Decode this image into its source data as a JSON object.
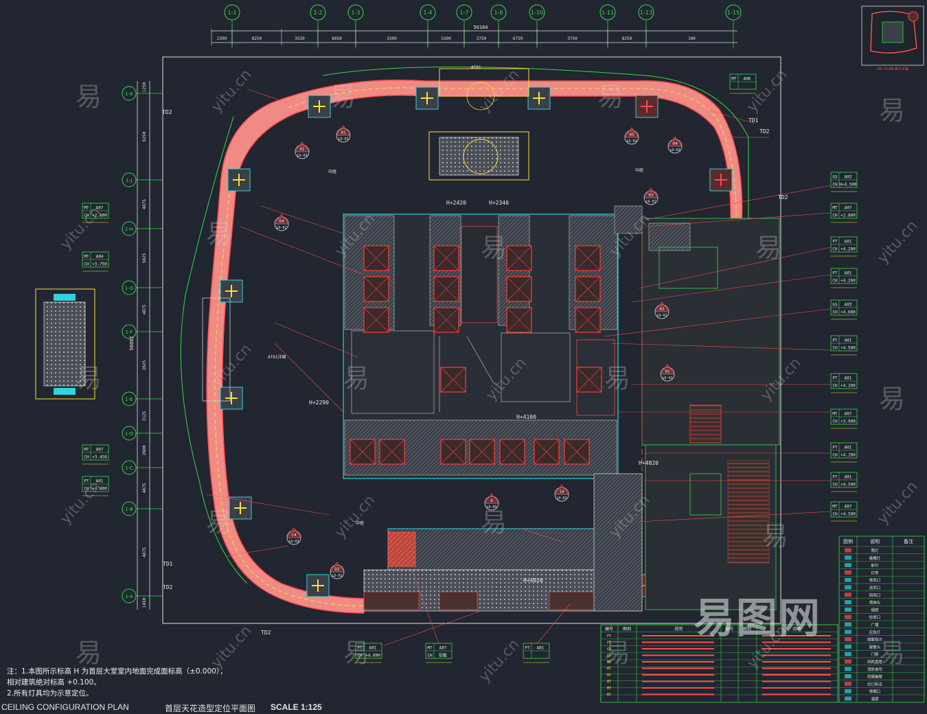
{
  "title_block": {
    "code": "CEILING  CONFIGURATION  PLAN",
    "title_cn": "首层天花造型定位平面图",
    "scale": "SCALE  1:125"
  },
  "notes": [
    "注：1.本图所示标高 H 为首层大堂室内地面完成面标高（±0.000），",
    "  相对建筑绝对标高 +0.100。",
    "  2.所有灯具均为示意定位。"
  ],
  "top_axes": [
    "1-1",
    "1-2",
    "1-3",
    "1-4",
    "1-7",
    "1-8",
    "1-10",
    "1-11",
    "1-13",
    "1-15"
  ],
  "left_axes": [
    "1-K",
    "1-J",
    "1-H",
    "1-G",
    "1-F",
    "1-E",
    "1-D",
    "1-C",
    "1-B",
    "1-A"
  ],
  "top_dimensions": [
    "2300",
    "8250",
    "3550",
    "6050",
    "3300",
    "3300",
    "3750",
    "6750",
    "3750",
    "8250",
    "100"
  ],
  "total_dimension": "50184",
  "left_dimensions": [
    "1250",
    "6250",
    "4875",
    "5625",
    "4875",
    "2625",
    "3125",
    "2600",
    "4875",
    "4875",
    "1450"
  ],
  "left_total_dimension": "50882",
  "heights": [
    "H+2420",
    "H+2340",
    "H+2290",
    "H+4100",
    "H+4820",
    "H+4820"
  ],
  "callout_tags": [
    {
      "top": "MT",
      "top_val": "A06",
      "bot": "",
      "bot_val": ""
    },
    {
      "top": "GS",
      "top_val": "A02",
      "bot": "CH",
      "bot_val": "H+4.500"
    },
    {
      "top": "MT",
      "top_val": "A07",
      "bot": "CH",
      "bot_val": "+2.800"
    },
    {
      "top": "PT",
      "top_val": "A01",
      "bot": "CH",
      "bot_val": "+4.200"
    },
    {
      "top": "PT",
      "top_val": "A01",
      "bot": "CH",
      "bot_val": "+4.200"
    },
    {
      "top": "GS",
      "top_val": "A03",
      "bot": "CH",
      "bot_val": "+4.600"
    },
    {
      "top": "PT",
      "top_val": "A01",
      "bot": "CH",
      "bot_val": "+4.500"
    },
    {
      "top": "PT",
      "top_val": "A01",
      "bot": "CH",
      "bot_val": "+4.200"
    },
    {
      "top": "MT",
      "top_val": "A07",
      "bot": "CH",
      "bot_val": "+3.900"
    },
    {
      "top": "PT",
      "top_val": "A01",
      "bot": "CH",
      "bot_val": "+4.200"
    },
    {
      "top": "PT",
      "top_val": "A01",
      "bot": "CH",
      "bot_val": "+4.500"
    },
    {
      "top": "MT",
      "top_val": "A07",
      "bot": "CH",
      "bot_val": "+4.500"
    }
  ],
  "left_tags": [
    {
      "top": "MT",
      "top_val": "A07",
      "bot": "CH",
      "bot_val": "+2.800"
    },
    {
      "top": "MT",
      "top_val": "A04",
      "bot": "CH",
      "bot_val": "+3.750"
    },
    {
      "top": "MT",
      "top_val": "A07",
      "bot": "CH",
      "bot_val": "+3.450"
    },
    {
      "top": "PT",
      "top_val": "A01",
      "bot": "CH",
      "bot_val": "+4.800"
    }
  ],
  "bottom_tags": [
    {
      "top": "PT",
      "top_val": "A01",
      "bot": "CH",
      "bot_val": "+4.800"
    },
    {
      "top": "MT",
      "top_val": "A07",
      "bot": "CH",
      "bot_val": "铝板"
    },
    {
      "top": "PT",
      "top_val": "A01",
      "bot": "",
      "bot_val": ""
    }
  ],
  "section_marks": [
    {
      "num": "01",
      "ref": "LD-03"
    },
    {
      "num": "02",
      "ref": "LD-03"
    },
    {
      "num": "05",
      "ref": "LD-03"
    },
    {
      "num": "04",
      "ref": "LD-03"
    },
    {
      "num": "03",
      "ref": "LD-01"
    },
    {
      "num": "D3",
      "ref": "LD-01"
    },
    {
      "num": "D4",
      "ref": "LD-01"
    },
    {
      "num": "C4",
      "ref": "LD-03"
    },
    {
      "num": "B3",
      "ref": "LD-02"
    },
    {
      "num": "01",
      "ref": "LD-01"
    },
    {
      "num": "14",
      "ref": "LD-01"
    },
    {
      "num": "A",
      "ref": "LD-05"
    }
  ],
  "labels": {
    "td1": "TD1",
    "td2": "TD2",
    "at1": "AT01",
    "at1_detail": "AT01详图",
    "center_hall": "中庭",
    "atrium": "中庭",
    "atrium2": "中庭",
    "plan_label": "KEY PLAN 索引平面"
  },
  "legend_main": {
    "headers": [
      "编号",
      "图例",
      "说明"
    ],
    "rows": [
      "PT",
      "PT",
      "GS",
      "GS",
      "MT",
      "MT",
      "MT",
      "MT",
      "MT",
      "MT"
    ]
  },
  "legend_right": {
    "headers": [
      "图例",
      "说明",
      "备注"
    ],
    "rows": [
      "筒灯",
      "格栅灯",
      "射灯",
      "灯带",
      "排风口",
      "送风口",
      "回风口",
      "喷淋头",
      "烟感",
      "检修口",
      "广播",
      "应急灯",
      "疏散指示",
      "摄像头",
      "门禁",
      "风机盘管",
      "消防卷帘",
      "挡烟垂壁",
      "出口标志",
      "排烟口",
      "温感"
    ]
  },
  "watermarks": {
    "big": "易",
    "url": "yitu.cn",
    "brand": "易图网"
  }
}
